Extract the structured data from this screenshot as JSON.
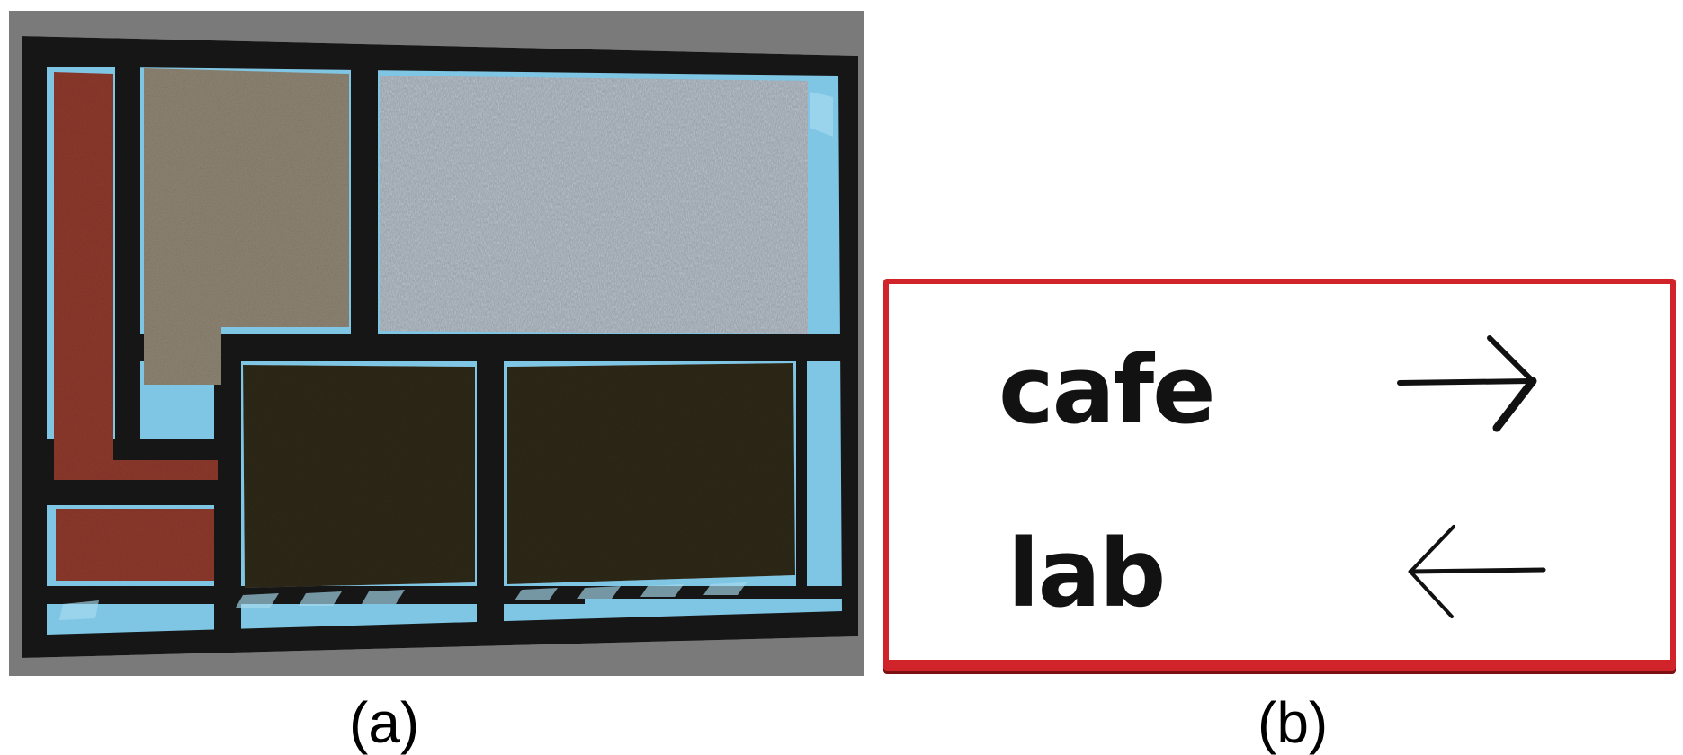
{
  "figure": {
    "panel_a": {
      "caption": "(a)"
    },
    "panel_b": {
      "caption": "(b)",
      "sign_rows": [
        {
          "label": "cafe",
          "arrow": "right-arrow-icon"
        },
        {
          "label": "lab",
          "arrow": "left-arrow-icon"
        }
      ]
    }
  },
  "colors": {
    "frame_gray": "#7a7a7a",
    "wall_black": "#161616",
    "floor_blue": "#7fc6e4",
    "room_red": "#8e3a2c",
    "room_tan": "#8f8574",
    "room_slate": "#8e9aa6",
    "room_dark": "#2f2a1a",
    "sign_border_red": "#d0232a"
  }
}
